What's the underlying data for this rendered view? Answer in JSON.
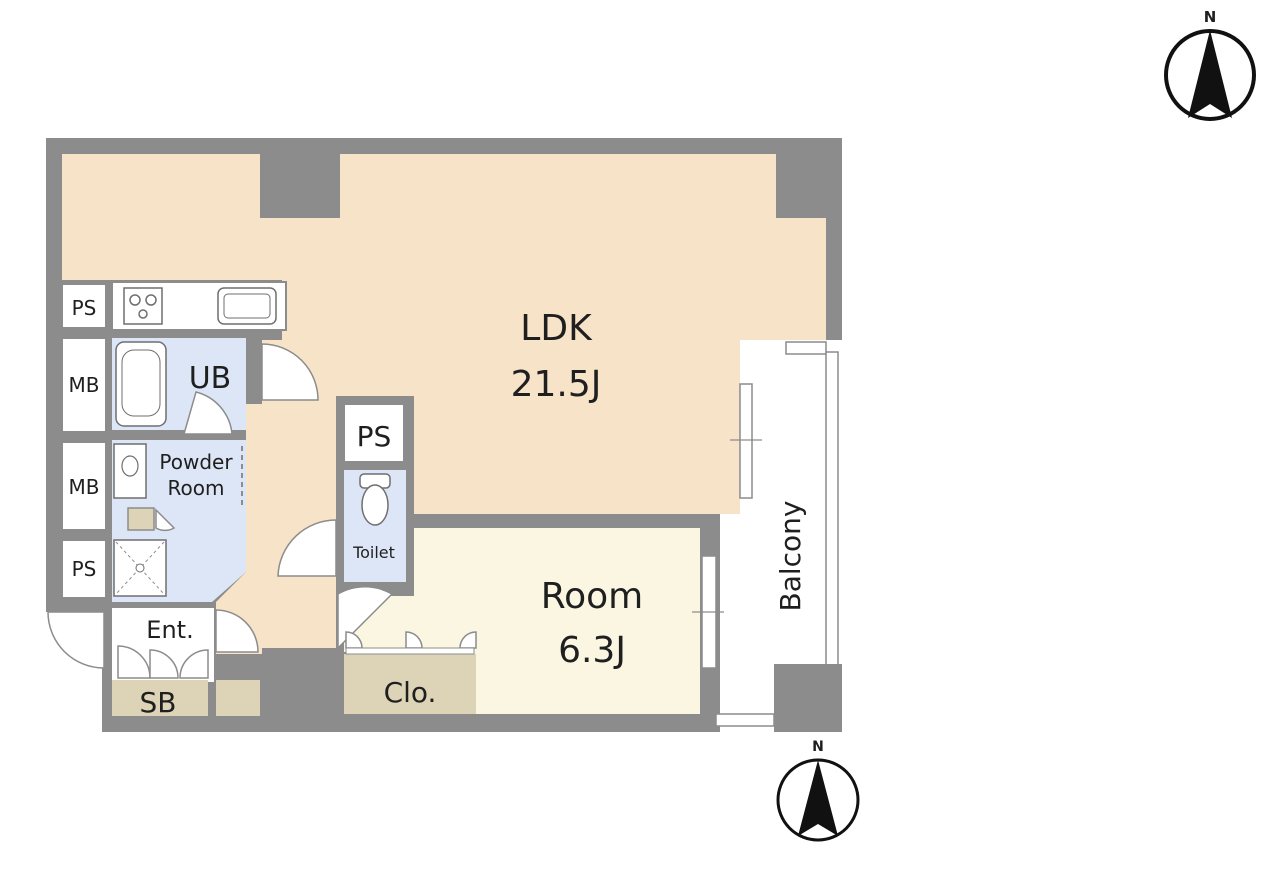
{
  "rooms": {
    "ldk": {
      "name": "LDK",
      "size": "21.5J"
    },
    "room": {
      "name": "Room",
      "size": "6.3J"
    },
    "ub": "UB",
    "powder_room": [
      "Powder",
      "Room"
    ],
    "toilet": "Toilet",
    "ps_top": "PS",
    "ps_bottom": "PS",
    "ps_center": "PS",
    "mb_top": "MB",
    "mb_bottom": "MB",
    "entrance": "Ent.",
    "shoe_box": "SB",
    "closet": "Clo.",
    "balcony": "Balcony"
  },
  "compass": {
    "north_label": "N"
  },
  "colors": {
    "wall": "#8c8c8c",
    "ldk_floor": "#f6e3c8",
    "room_floor": "#fbf6e2",
    "wet_area": "#dde6f6",
    "storage": "#ddd3b6",
    "background": "#ffffff"
  }
}
